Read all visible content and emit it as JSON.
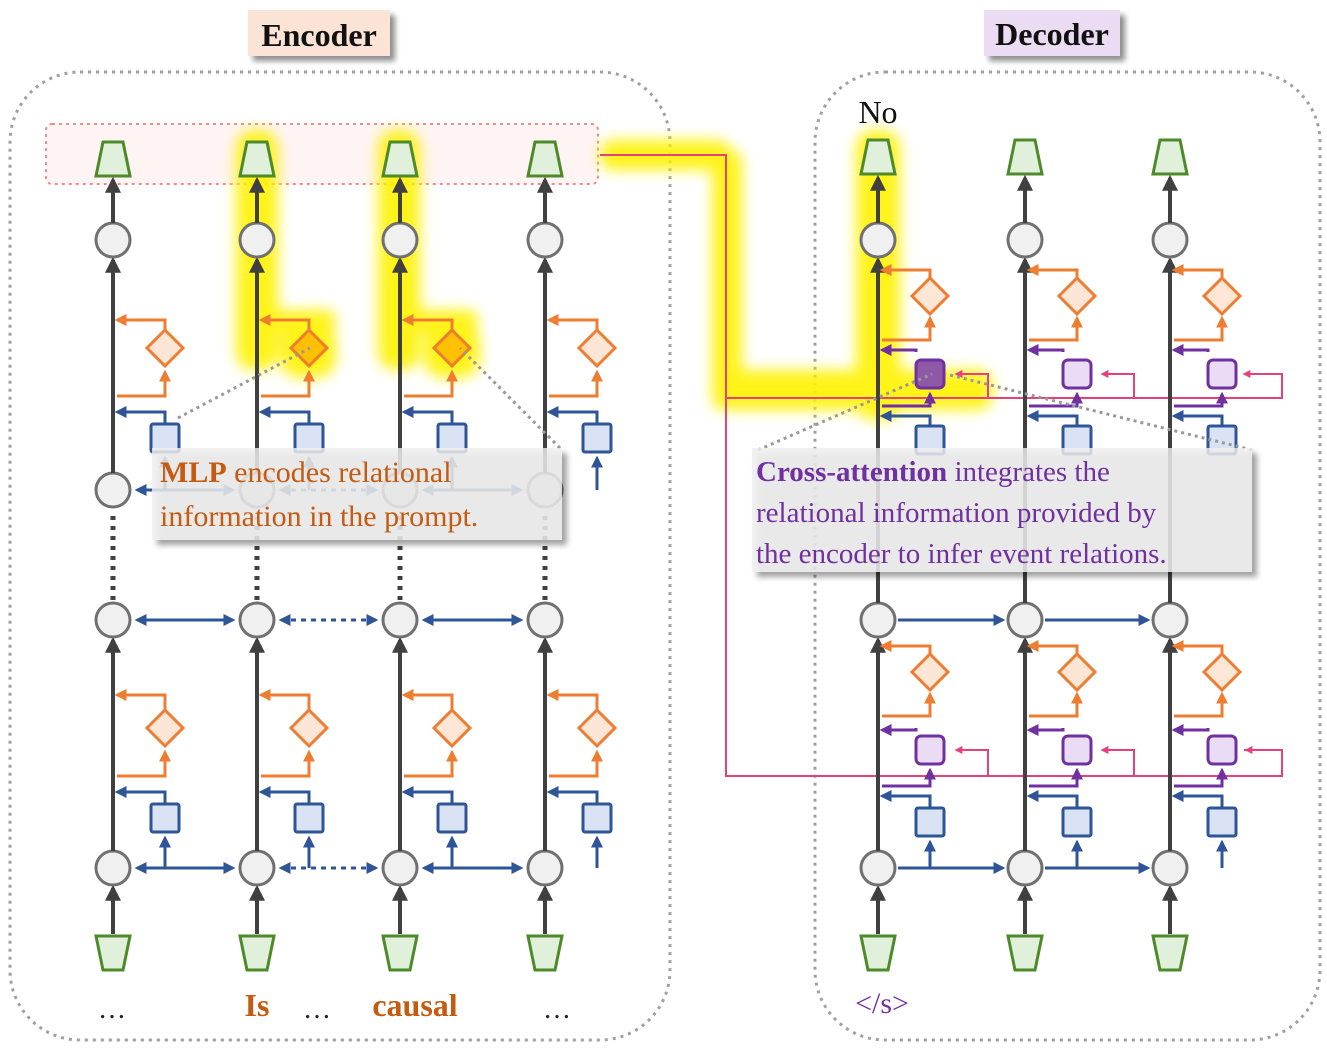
{
  "encoder": {
    "title": "Encoder",
    "bottom_tokens": [
      "…",
      "Is",
      "…",
      "causal",
      "…"
    ],
    "callout": {
      "bold": "MLP",
      "line1_rest": " encodes relational",
      "line2": "information in the prompt."
    }
  },
  "decoder": {
    "title": "Decoder",
    "output_token": "No",
    "input_token": "</s>",
    "callout": {
      "bold": "Cross-attention",
      "line1_rest": " integrates the",
      "line2": "relational information provided by",
      "line3": "the encoder to infer event relations."
    }
  },
  "colors": {
    "encoder_title_bg": "#fbe3d6",
    "decoder_title_bg": "#ecdcf3",
    "token_green_fill": "#e1f0db",
    "token_green_stroke": "#4d8a2a",
    "node_fill": "#f0f0f0",
    "node_stroke": "#707070",
    "arrow_dark": "#404040",
    "blue": "#2d5597",
    "blue_fill": "#d9e3f4",
    "orange": "#ed7d31",
    "orange_fill": "#fde6d6",
    "purple": "#7030a0",
    "purple_fill": "#eadcf5",
    "pink": "#e8407a",
    "highlight": "#fff200",
    "mlp_text": "#c55a11",
    "cross_text": "#7030a0"
  }
}
